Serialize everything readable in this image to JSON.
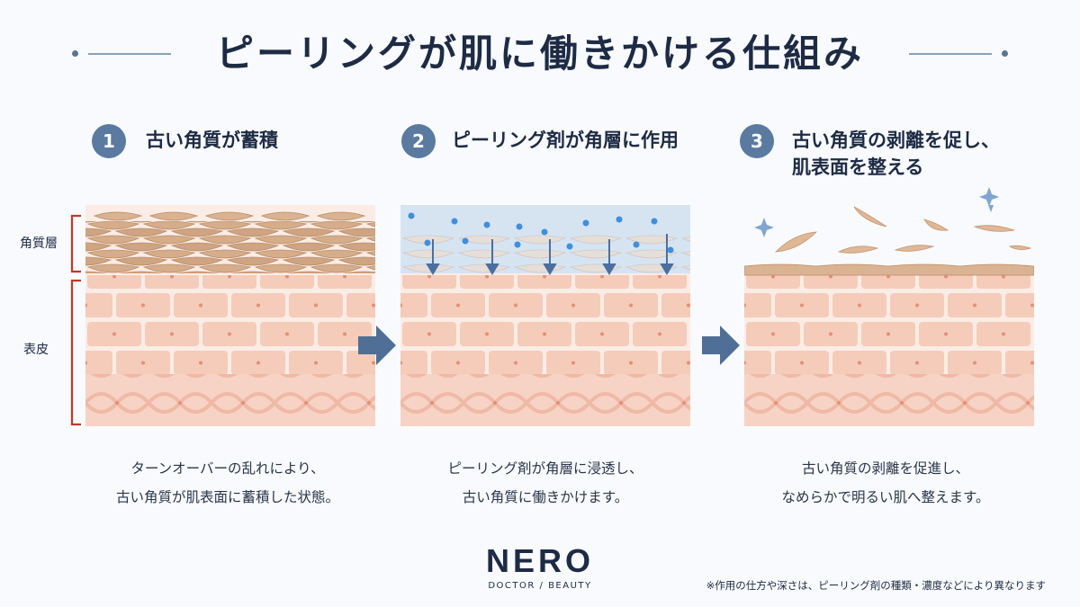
{
  "title": "ピーリングが肌に働きかける仕組み",
  "layer_labels": {
    "stratum_corneum": "角質層",
    "epidermis": "表皮"
  },
  "steps": [
    {
      "num": "1",
      "label": "古い角質が蓄積",
      "caption_line1": "ターンオーバーの乱れにより、",
      "caption_line2": "古い角質が肌表面に蓄積した状態。"
    },
    {
      "num": "2",
      "label": "ピーリング剤が角層に作用",
      "caption_line1": "ピーリング剤が角層に浸透し、",
      "caption_line2": "古い角質に働きかけます。"
    },
    {
      "num": "3",
      "label": "古い角質の剥離を促し、\n肌表面を整える",
      "caption_line1": "古い角質の剥離を促進し、",
      "caption_line2": "なめらかで明るい肌へ整えます。"
    }
  ],
  "logo": {
    "name": "NERO",
    "tagline": "DOCTOR / BEAUTY"
  },
  "footnote": "※作用の仕方や深さは、ピーリング剤の種類・濃度などにより異なります",
  "colors": {
    "accent": "#5b7aa0",
    "skin": "#f7d4c4",
    "flake": "#d8b28f",
    "bracket": "#c0392b",
    "arrow": "#4f6f96"
  }
}
